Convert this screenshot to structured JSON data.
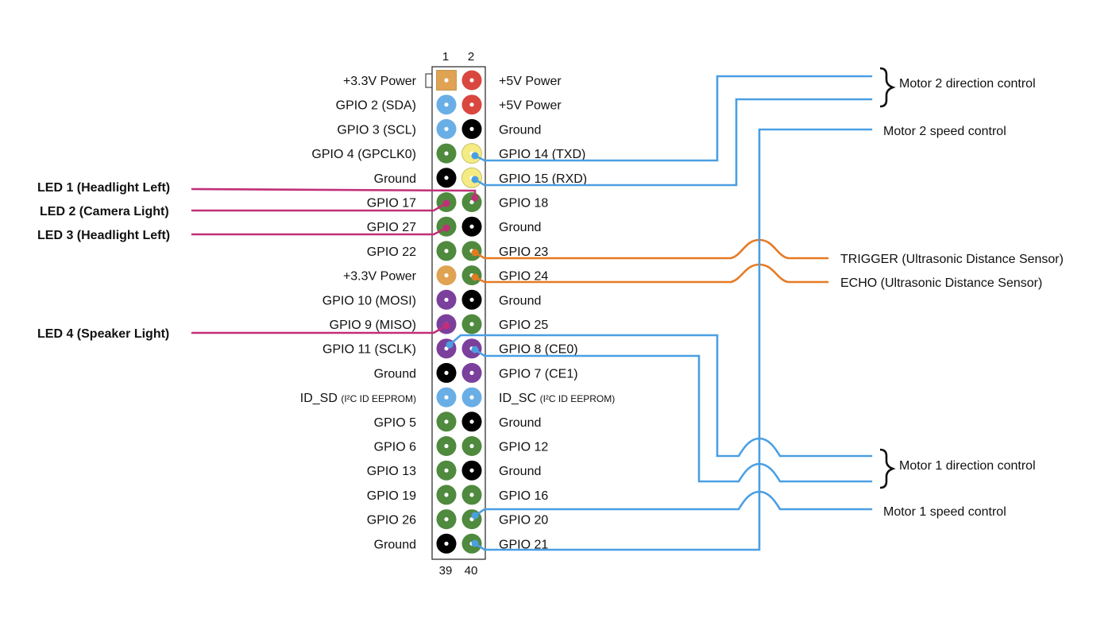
{
  "colors": {
    "power33": "#e0a253",
    "power5": "#d9473f",
    "i2c": "#6aaee6",
    "ground": "#000000",
    "gpio": "#4f8a3e",
    "uart": "#f4eb82",
    "spi": "#7b3f9c",
    "wire_blue": "#4a9fe3",
    "wire_magenta": "#c12f78",
    "wire_orange": "#e57a24"
  },
  "header": {
    "top_left": "1",
    "top_right": "2",
    "bottom_left": "39",
    "bottom_right": "40"
  },
  "pins": [
    {
      "left": "+3.3V Power",
      "lc": "power33_sq",
      "right": "+5V Power",
      "rc": "power5"
    },
    {
      "left": "GPIO 2 (SDA)",
      "lc": "i2c",
      "right": "+5V Power",
      "rc": "power5"
    },
    {
      "left": "GPIO 3 (SCL)",
      "lc": "i2c",
      "right": "Ground",
      "rc": "ground"
    },
    {
      "left": "GPIO 4 (GPCLK0)",
      "lc": "gpio",
      "right": "GPIO 14 (TXD)",
      "rc": "uart"
    },
    {
      "left": "Ground",
      "lc": "ground",
      "right": "GPIO 15 (RXD)",
      "rc": "uart"
    },
    {
      "left": "GPIO 17",
      "lc": "gpio",
      "right": "GPIO 18",
      "rc": "gpio"
    },
    {
      "left": "GPIO 27",
      "lc": "gpio",
      "right": "Ground",
      "rc": "ground"
    },
    {
      "left": "GPIO 22",
      "lc": "gpio",
      "right": "GPIO 23",
      "rc": "gpio"
    },
    {
      "left": "+3.3V Power",
      "lc": "power33",
      "right": "GPIO 24",
      "rc": "gpio"
    },
    {
      "left": "GPIO 10 (MOSI)",
      "lc": "spi",
      "right": "Ground",
      "rc": "ground"
    },
    {
      "left": "GPIO 9 (MISO)",
      "lc": "spi",
      "right": "GPIO 25",
      "rc": "gpio"
    },
    {
      "left": "GPIO 11 (SCLK)",
      "lc": "spi",
      "right": "GPIO 8 (CE0)",
      "rc": "spi"
    },
    {
      "left": "Ground",
      "lc": "ground",
      "right": "GPIO 7 (CE1)",
      "rc": "spi"
    },
    {
      "left": "ID_SD (I²C ID EEPROM)",
      "lc": "i2c",
      "right": "ID_SC (I²C ID EEPROM)",
      "rc": "i2c"
    },
    {
      "left": "GPIO 5",
      "lc": "gpio",
      "right": "Ground",
      "rc": "ground"
    },
    {
      "left": "GPIO 6",
      "lc": "gpio",
      "right": "GPIO 12",
      "rc": "gpio"
    },
    {
      "left": "GPIO 13",
      "lc": "gpio",
      "right": "Ground",
      "rc": "ground"
    },
    {
      "left": "GPIO 19",
      "lc": "gpio",
      "right": "GPIO 16",
      "rc": "gpio"
    },
    {
      "left": "GPIO 26",
      "lc": "gpio",
      "right": "GPIO 20",
      "rc": "gpio"
    },
    {
      "left": "Ground",
      "lc": "ground",
      "right": "GPIO 21",
      "rc": "gpio"
    }
  ],
  "leds": {
    "led1": "LED 1 (Headlight Left)",
    "led2": "LED 2 (Camera Light)",
    "led3": "LED 3 (Headlight Left)",
    "led4": "LED 4 (Speaker Light)"
  },
  "connections": {
    "motor2_direction": "Motor 2 direction control",
    "motor2_speed": "Motor 2 speed control",
    "trigger": "TRIGGER (Ultrasonic Distance Sensor)",
    "echo": "ECHO (Ultrasonic Distance Sensor)",
    "motor1_direction": "Motor 1 direction control",
    "motor1_speed": "Motor 1 speed control"
  }
}
